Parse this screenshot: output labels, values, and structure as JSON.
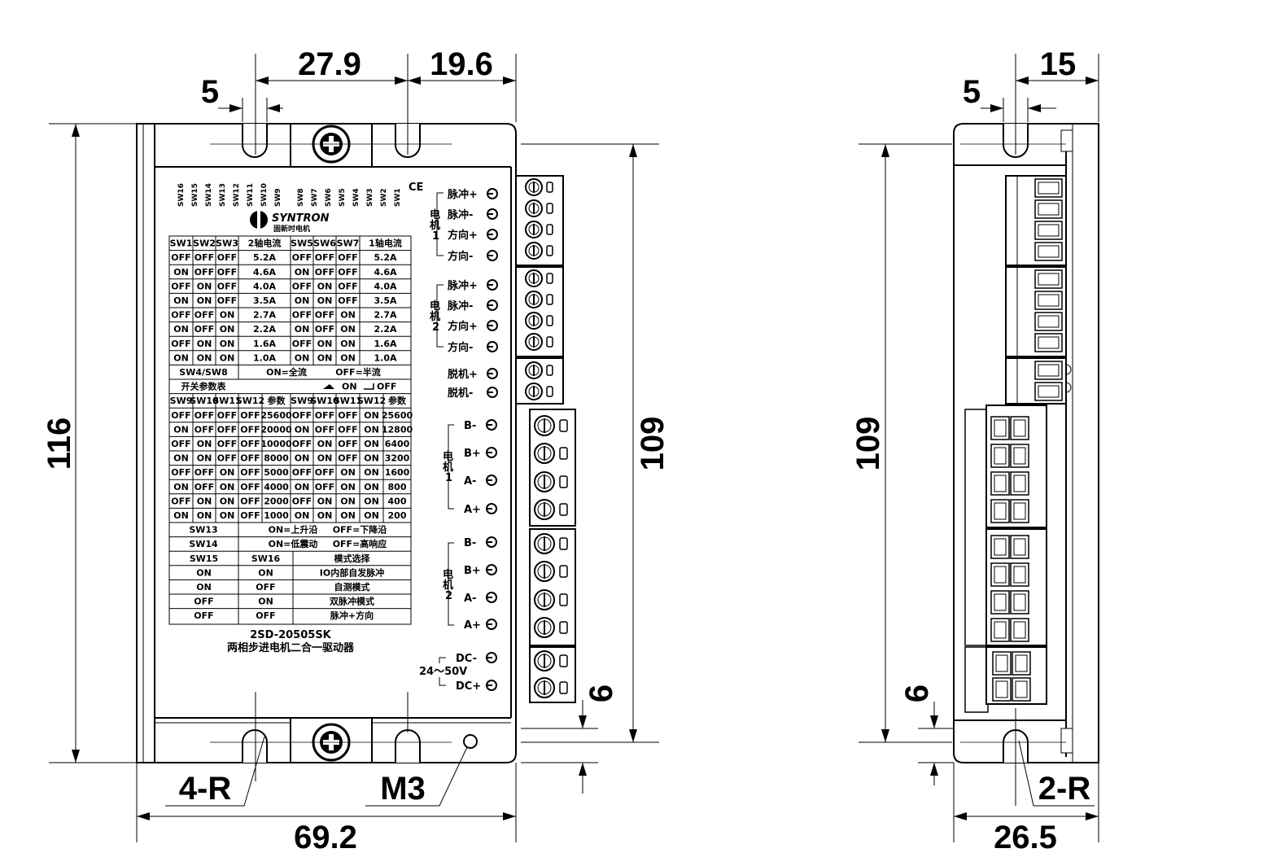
{
  "dimensions": {
    "top_slot_width": "5",
    "hole_spacing": "27.9",
    "hole_right_offset": "19.6",
    "height_overall": "116",
    "height_holes": "109",
    "bottom_slot": "6",
    "mount_radius": "4-R",
    "screw": "M3",
    "width_overall": "69.2",
    "side_slot_width": "5",
    "side_depth_top": "15",
    "side_height": "109",
    "side_bottom_slot": "6",
    "side_radius": "2-R",
    "side_width": "26.5"
  },
  "label": {
    "switch_names": [
      "SW16",
      "SW15",
      "SW14",
      "SW13",
      "SW12",
      "SW11",
      "SW10",
      "SW9",
      "SW8",
      "SW7",
      "SW6",
      "SW5",
      "SW4",
      "SW3",
      "SW2",
      "SW1"
    ],
    "ce_mark": "CE",
    "brand": "SYNTRON",
    "brand_cn": "固新时电机",
    "current_header": [
      "SW1",
      "SW2",
      "SW3",
      "2轴电流",
      "SW5",
      "SW6",
      "SW7",
      "1轴电流"
    ],
    "current_rows": [
      [
        "OFF",
        "OFF",
        "OFF",
        "5.2A",
        "OFF",
        "OFF",
        "OFF",
        "5.2A"
      ],
      [
        "ON",
        "OFF",
        "OFF",
        "4.6A",
        "ON",
        "OFF",
        "OFF",
        "4.6A"
      ],
      [
        "OFF",
        "ON",
        "OFF",
        "4.0A",
        "OFF",
        "ON",
        "OFF",
        "4.0A"
      ],
      [
        "ON",
        "ON",
        "OFF",
        "3.5A",
        "ON",
        "ON",
        "OFF",
        "3.5A"
      ],
      [
        "OFF",
        "OFF",
        "ON",
        "2.7A",
        "OFF",
        "OFF",
        "ON",
        "2.7A"
      ],
      [
        "ON",
        "OFF",
        "ON",
        "2.2A",
        "ON",
        "OFF",
        "ON",
        "2.2A"
      ],
      [
        "OFF",
        "ON",
        "ON",
        "1.6A",
        "OFF",
        "ON",
        "ON",
        "1.6A"
      ],
      [
        "ON",
        "ON",
        "ON",
        "1.0A",
        "ON",
        "ON",
        "ON",
        "1.0A"
      ]
    ],
    "sw48_row": [
      "SW4/SW8",
      "ON=全流",
      "OFF=半流"
    ],
    "legend_row": [
      "开关参数表",
      "ON",
      "OFF"
    ],
    "step_header": [
      "SW9",
      "SW10",
      "SW11",
      "SW12",
      "参数",
      "SW9",
      "SW10",
      "SW11",
      "SW12",
      "参数"
    ],
    "step_rows": [
      [
        "OFF",
        "OFF",
        "OFF",
        "OFF",
        "25600",
        "OFF",
        "OFF",
        "OFF",
        "ON",
        "25600"
      ],
      [
        "ON",
        "OFF",
        "OFF",
        "OFF",
        "20000",
        "ON",
        "OFF",
        "OFF",
        "ON",
        "12800"
      ],
      [
        "OFF",
        "ON",
        "OFF",
        "OFF",
        "10000",
        "OFF",
        "ON",
        "OFF",
        "ON",
        "6400"
      ],
      [
        "ON",
        "ON",
        "OFF",
        "OFF",
        "8000",
        "ON",
        "ON",
        "OFF",
        "ON",
        "3200"
      ],
      [
        "OFF",
        "OFF",
        "ON",
        "OFF",
        "5000",
        "OFF",
        "OFF",
        "ON",
        "ON",
        "1600"
      ],
      [
        "ON",
        "OFF",
        "ON",
        "OFF",
        "4000",
        "ON",
        "OFF",
        "ON",
        "ON",
        "800"
      ],
      [
        "OFF",
        "ON",
        "ON",
        "OFF",
        "2000",
        "OFF",
        "ON",
        "ON",
        "ON",
        "400"
      ],
      [
        "ON",
        "ON",
        "ON",
        "OFF",
        "1000",
        "ON",
        "ON",
        "ON",
        "ON",
        "200"
      ]
    ],
    "sw13_row": [
      "SW13",
      "ON=上升沿",
      "OFF=下降沿"
    ],
    "sw14_row": [
      "SW14",
      "ON=低震动",
      "OFF=高响应"
    ],
    "mode_header": [
      "SW15",
      "SW16",
      "模式选择"
    ],
    "mode_rows": [
      [
        "ON",
        "ON",
        "IO内部自发脉冲"
      ],
      [
        "ON",
        "OFF",
        "自测模式"
      ],
      [
        "OFF",
        "ON",
        "双脉冲模式"
      ],
      [
        "OFF",
        "OFF",
        "脉冲+方向"
      ]
    ],
    "model": "2SD-20505SK",
    "product_name": "两相步进电机二合一驱动器"
  },
  "terminals": {
    "motor1_signal_group": "电机1",
    "motor2_signal_group": "电机2",
    "signal_pins": [
      "脉冲+",
      "脉冲-",
      "方向+",
      "方向-"
    ],
    "enable_pins": [
      "脱机+",
      "脱机-"
    ],
    "motor_pins": [
      "B-",
      "B+",
      "A-",
      "A+"
    ],
    "power_pins": [
      "DC-",
      "DC+"
    ],
    "power_range": "24～50V"
  }
}
